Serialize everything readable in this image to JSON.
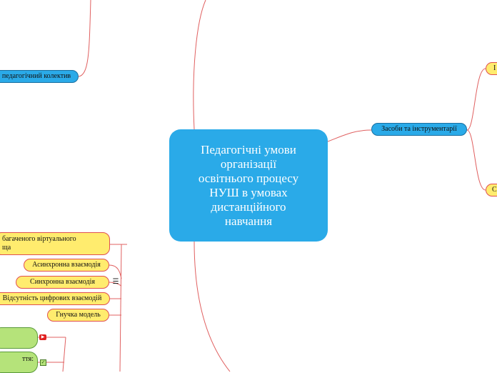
{
  "mindmap": {
    "center": {
      "label": "Педагогічні умови\nорганізації\nосвітнього процесу\nНУШ в умовах\nдистанційного\nнавчання"
    },
    "branches": [
      {
        "id": "collective",
        "label": "педагогічний колектив"
      },
      {
        "id": "tools",
        "label": "Засоби та інструментарії"
      }
    ],
    "left_children": [
      {
        "id": "enriched",
        "label": "багаченого віртуального\nща"
      },
      {
        "id": "async",
        "label": "Асинхронна взаємодія"
      },
      {
        "id": "sync",
        "label": "Синхронна взаємодія"
      },
      {
        "id": "nodigital",
        "label": "Відсутність цифрових взаємодій"
      },
      {
        "id": "flexible",
        "label": "Гнучка модель"
      }
    ],
    "green_nodes": [
      {
        "id": "green1",
        "label": ""
      },
      {
        "id": "green2",
        "label": "ття:"
      }
    ],
    "right_children": [
      {
        "id": "r1",
        "label": "І"
      },
      {
        "id": "r2",
        "label": "С"
      }
    ],
    "icons": [
      {
        "id": "youtube",
        "glyph": "▶"
      },
      {
        "id": "list",
        "glyph": "☰"
      },
      {
        "id": "check",
        "glyph": "✓"
      }
    ],
    "colors": {
      "center": "#2aaae8",
      "branch": "#2aaae8",
      "leaf": "#ffec6e",
      "leaf_border": "#e05050",
      "green": "#b5e37a",
      "connector": "#e06060"
    }
  }
}
